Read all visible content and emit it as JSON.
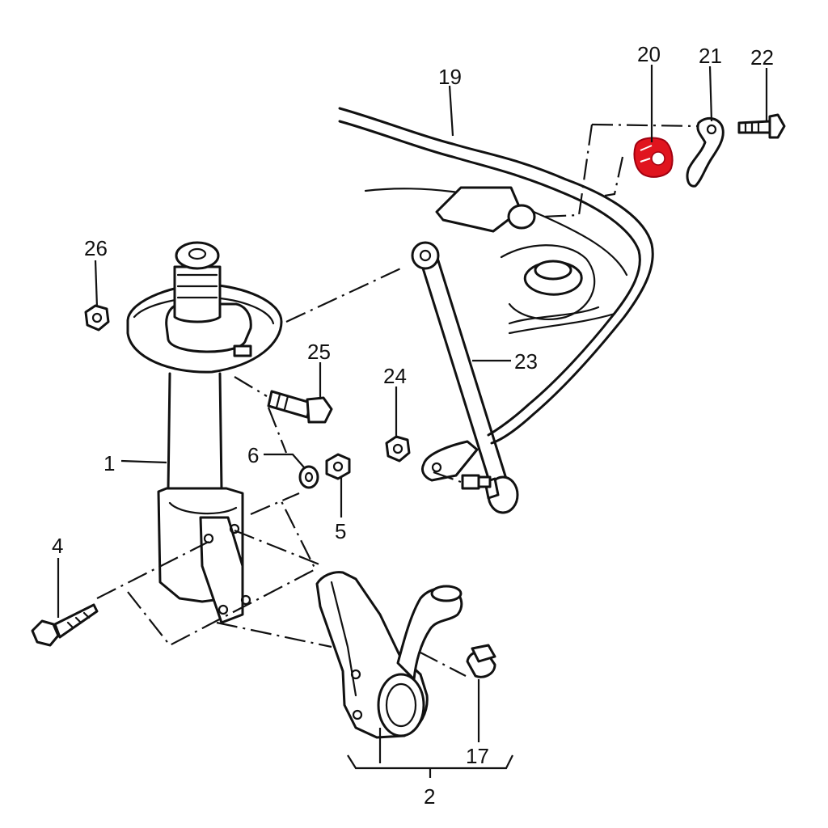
{
  "diagram": {
    "labels": {
      "l1": "1",
      "l2": "2",
      "l4": "4",
      "l5": "5",
      "l6": "6",
      "l17": "17",
      "l19": "19",
      "l20": "20",
      "l21": "21",
      "l22": "22",
      "l23": "23",
      "l24": "24",
      "l25": "25",
      "l26": "26"
    },
    "highlight_color": "#e0141e"
  }
}
